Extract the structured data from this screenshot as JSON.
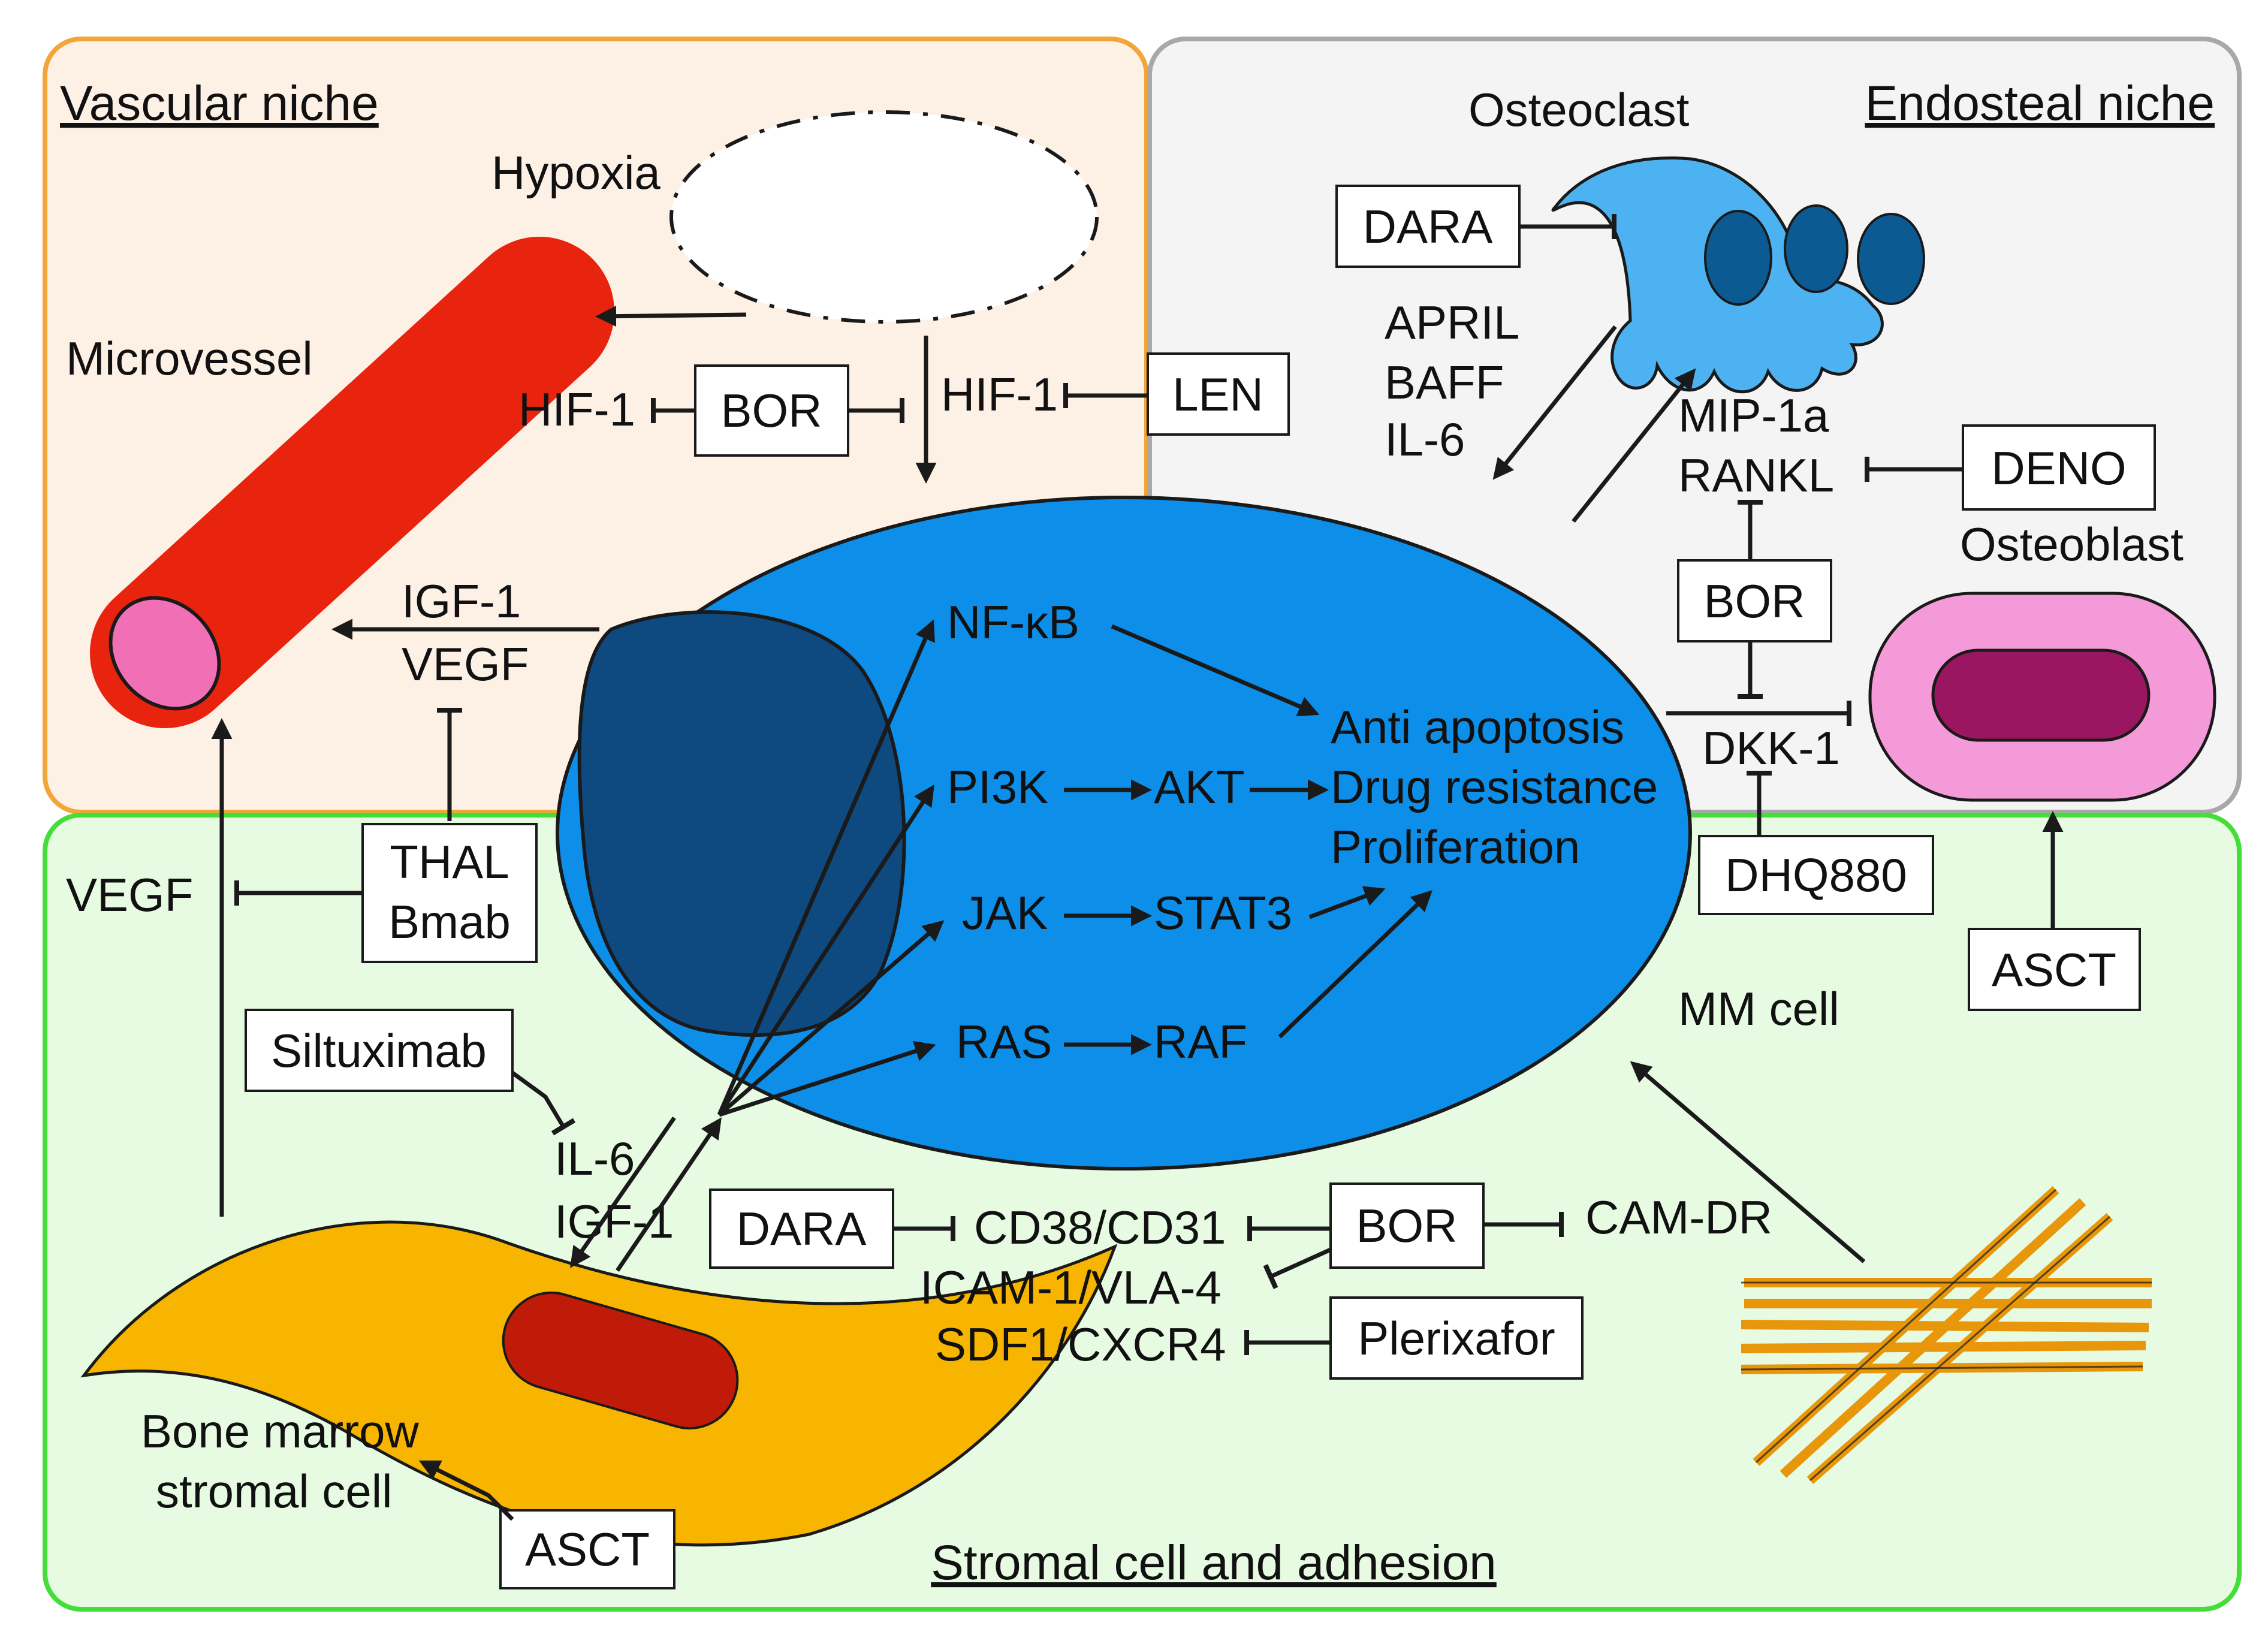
{
  "colors": {
    "vascular_fill": "#fdf1e6",
    "vascular_border": "#f2a63a",
    "endosteal_fill": "#f4f4f4",
    "endosteal_border": "#a8a8a8",
    "stromal_fill": "#e6fbe2",
    "stromal_border": "#44dd3a",
    "mm_cell": "#0d8ee8",
    "nucleus": "#0e4a80",
    "microvessel": "#e8230e",
    "vessel_lumen": "#f06fb5",
    "osteoclast": "#4db2f2",
    "osteoclast_nuclei": "#0b5a92",
    "osteoblast": "#f59ad8",
    "osteoblast_nucleus": "#9a1660",
    "stromal_cell": "#f7b500",
    "stromal_nucleus": "#c01a08",
    "fibers": "#e8960a"
  },
  "niches": {
    "vascular": "Vascular niche",
    "endosteal": "Endosteal niche",
    "stromal": "Stromal cell and adhesion"
  },
  "cells": {
    "hypoxia": "Hypoxia",
    "microvessel": "Microvessel",
    "osteoclast": "Osteoclast",
    "osteoblast": "Osteoblast",
    "mm_cell": "MM cell",
    "stromal_line1": "Bone marrow",
    "stromal_line2": "stromal cell"
  },
  "signals": {
    "hif1_left": "HIF-1",
    "hif1_right": "HIF-1",
    "igf1": "IGF-1",
    "vegf": "VEGF",
    "vegf_stromal": "VEGF",
    "april": "APRIL",
    "baff": "BAFF",
    "il6": "IL-6",
    "mip1a": "MIP-1a",
    "rankl": "RANKL",
    "dkk1": "DKK-1",
    "il6_stromal": "IL-6",
    "igf1_stromal": "IGF-1",
    "cd38": "CD38/CD31",
    "icam": "ICAM-1/VLA-4",
    "sdf1": "SDF1/CXCR4",
    "camdr": "CAM-DR"
  },
  "pathways": {
    "nfkb": "NF-κB",
    "pi3k": "PI3K",
    "akt": "AKT",
    "jak": "JAK",
    "stat3": "STAT3",
    "ras": "RAS",
    "raf": "RAF",
    "outcome1": "Anti apoptosis",
    "outcome2": "Drug resistance",
    "outcome3": "Proliferation"
  },
  "drugs": {
    "bor_top": "BOR",
    "len": "LEN",
    "dara_top": "DARA",
    "deno": "DENO",
    "bor_right": "BOR",
    "dhq880": "DHQ880",
    "asct_right": "ASCT",
    "thal": "THAL",
    "bmab": "Bmab",
    "siltuximab": "Siltuximab",
    "dara_bottom": "DARA",
    "bor_bottom": "BOR",
    "plerixafor": "Plerixafor",
    "asct_bottom": "ASCT"
  }
}
